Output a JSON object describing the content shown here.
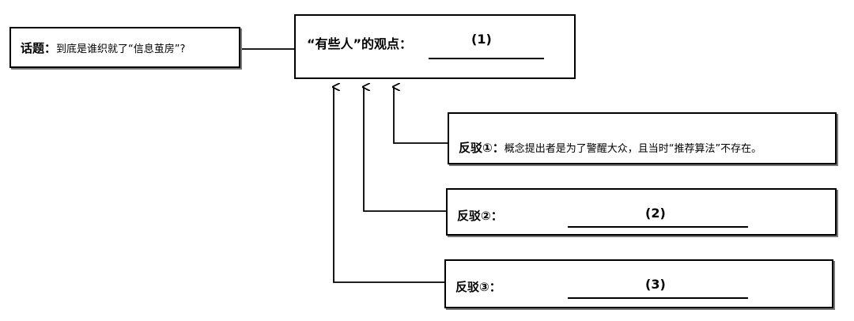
{
  "topic": {
    "label": "话题：",
    "text": "到底是谁织就了“信息茧房”?"
  },
  "viewpoint": {
    "label": "“有些人”的观点：",
    "blank_marker": "(1)"
  },
  "rebuttals": [
    {
      "label": "反驳①：",
      "text": "概念提出者是为了警醒大众，且当时“推荐算法”不存在。"
    },
    {
      "label": "反驳②：",
      "blank_marker": "(2)"
    },
    {
      "label": "反驳③：",
      "blank_marker": "(3)"
    }
  ]
}
